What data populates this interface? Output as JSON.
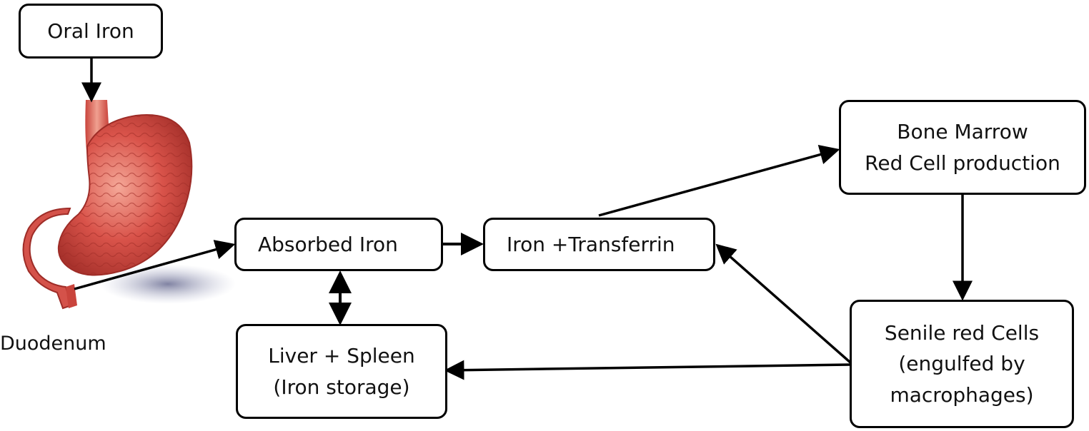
{
  "nodes": {
    "oral_iron": {
      "label": "Oral Iron"
    },
    "absorbed_iron": {
      "label": "Absorbed Iron"
    },
    "iron_transferrin": {
      "label": "Iron +Transferrin"
    },
    "bone_marrow": {
      "line1": "Bone Marrow",
      "line2": "Red Cell production"
    },
    "liver_spleen": {
      "line1": "Liver + Spleen",
      "line2": "(Iron storage)"
    },
    "senile_cells": {
      "line1": "Senile red Cells",
      "line2": "(engulfed by",
      "line3": "macrophages)"
    }
  },
  "image_labels": {
    "duodenum": "Duodenum"
  },
  "illustration": {
    "name": "stomach-illustration",
    "colors": {
      "body": "#d9534a",
      "dark": "#a8322c",
      "light": "#f09a8a",
      "shadow": "#8c8fb0"
    }
  },
  "edges": [
    {
      "from": "oral_iron",
      "to": "stomach",
      "style": "arrow"
    },
    {
      "from": "duodenum",
      "to": "absorbed_iron",
      "style": "arrow"
    },
    {
      "from": "absorbed_iron",
      "to": "iron_transferrin",
      "style": "arrow"
    },
    {
      "from": "iron_transferrin",
      "to": "bone_marrow",
      "style": "arrow"
    },
    {
      "from": "bone_marrow",
      "to": "senile_cells",
      "style": "arrow"
    },
    {
      "from": "senile_cells",
      "to": "iron_transferrin",
      "style": "arrow"
    },
    {
      "from": "senile_cells",
      "to": "liver_spleen",
      "style": "arrow"
    },
    {
      "from": "absorbed_iron",
      "to": "liver_spleen",
      "style": "double-arrow"
    }
  ]
}
